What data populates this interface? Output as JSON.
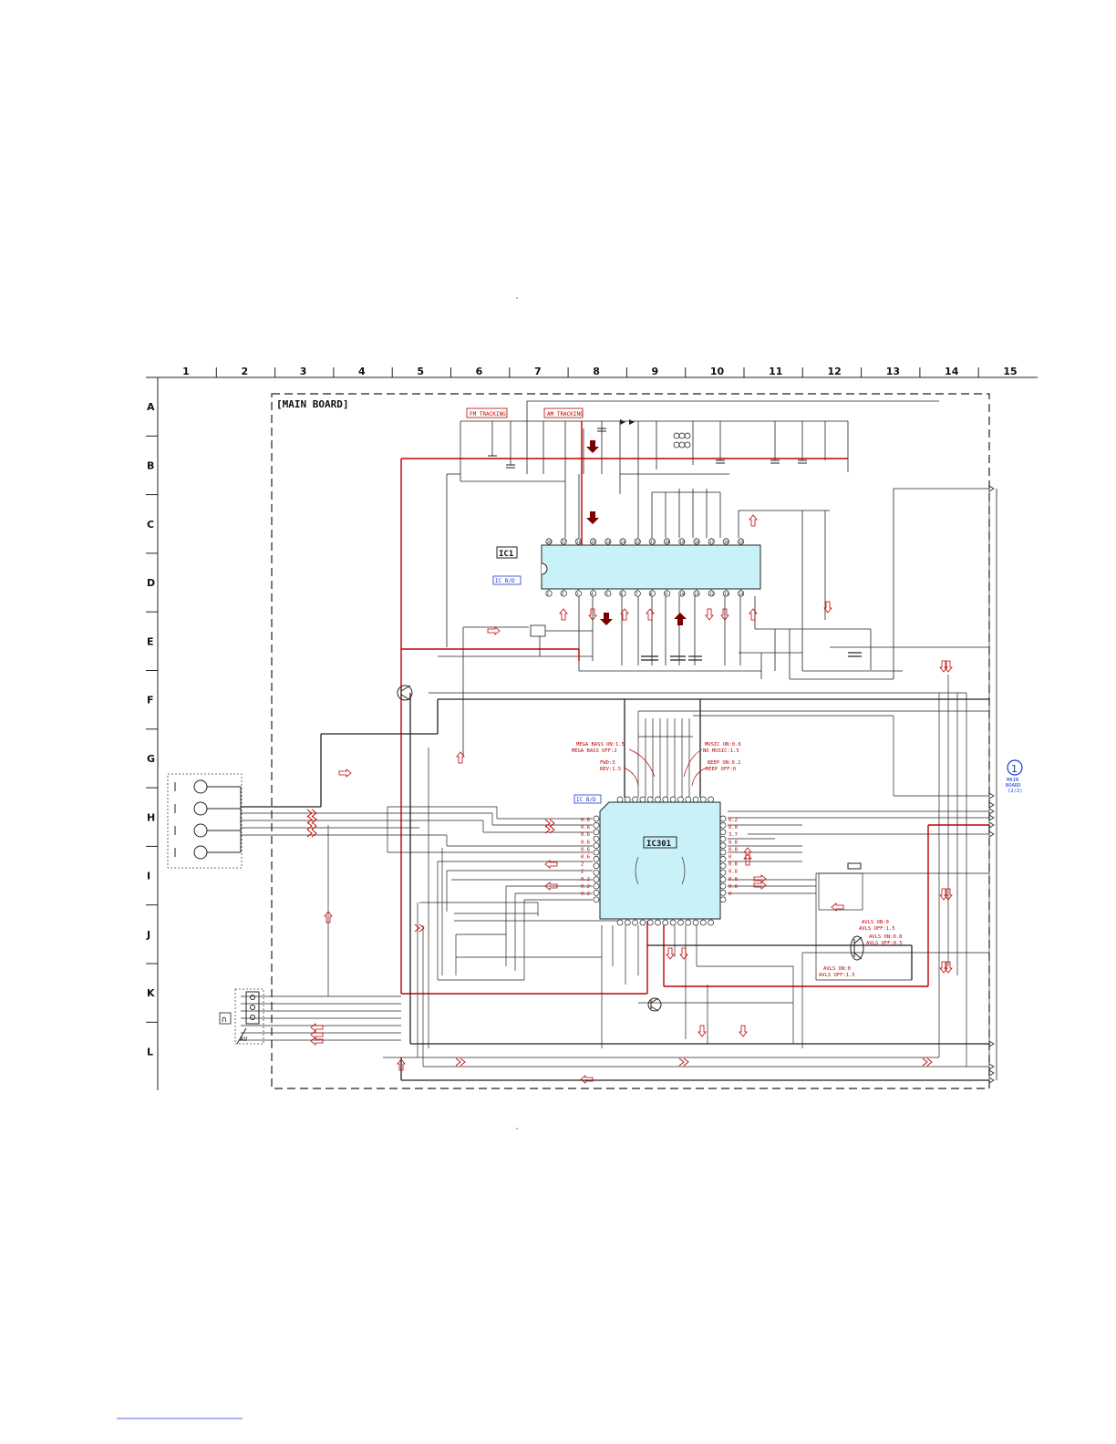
{
  "columns": [
    "1",
    "2",
    "3",
    "4",
    "5",
    "6",
    "7",
    "8",
    "9",
    "10",
    "11",
    "12",
    "13",
    "14",
    "15"
  ],
  "rows": [
    "A",
    "B",
    "C",
    "D",
    "E",
    "F",
    "G",
    "H",
    "I",
    "J",
    "K",
    "L"
  ],
  "board_title": "[MAIN BOARD]",
  "tracking_labels": {
    "fm": "FM TRACKING",
    "am": "AM TRACKING"
  },
  "ic1": {
    "name": "IC1",
    "tag": "IC B/D",
    "top_pins": [
      "28",
      "27",
      "26",
      "25",
      "24",
      "23",
      "22",
      "21",
      "20",
      "19",
      "18",
      "17",
      "16",
      "15"
    ],
    "bottom_pins": [
      "1",
      "2",
      "3",
      "4",
      "5",
      "6",
      "7",
      "8",
      "9",
      "10",
      "11",
      "12",
      "13",
      "14"
    ]
  },
  "ic301": {
    "name": "IC301",
    "tag": "IC B/D",
    "annotations": {
      "mega_bass_on": "MEGA BASS ON:1.5",
      "mega_bass_off": "MEGA BASS OFF:2",
      "fwd": "FWD:3",
      "rev": "REV:1.5",
      "music_on": "MUSIC ON:0.6",
      "no_music": "NO MUSIC:1.5",
      "beep_on": "BEEP ON:0.2",
      "beep_off": "BEEP OFF:0"
    },
    "left_voltages": [
      "0.6",
      "0.6",
      "0.6",
      "0.6",
      "0.6",
      "0.6",
      "2",
      "2",
      "0.2",
      "0.2",
      "0.2"
    ],
    "right_voltages": [
      "0.2",
      "0.8",
      "3.7",
      "0.8",
      "0.8",
      "0",
      "0.8",
      "0.8",
      "0.8",
      "0.8",
      "0"
    ]
  },
  "avls": {
    "on_top": "AVLS ON:0",
    "off_top": "AVLS OFF:1.5",
    "on_mid": "AVLS ON:0.8",
    "off_mid": "AVLS OFF:0.5",
    "on_bot": "AVLS ON:0",
    "off_bot": "AVLS OFF:1.5"
  },
  "connector": {
    "number": "1",
    "label_line1": "MAIN",
    "label_line2": "BOARD",
    "label_line3": "(2/2)"
  },
  "jack_label": "AV",
  "colors": {
    "chip_fill": "#c8f2f8",
    "red_wire": "#c00000",
    "dark_red": "#7a0000",
    "blue_tag": "#1a3ad6",
    "wire": "#222222"
  }
}
